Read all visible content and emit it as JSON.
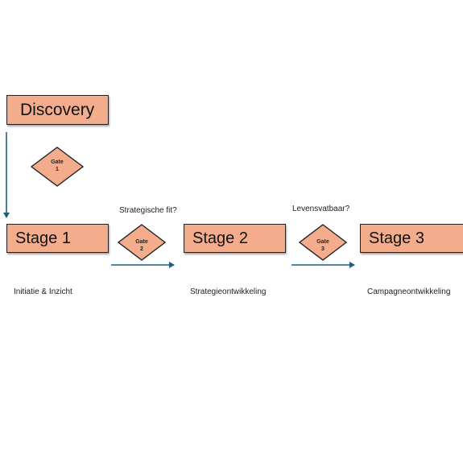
{
  "colors": {
    "box_fill": "#f4ad8c",
    "arrow": "#1f5f82",
    "outline": "#222222"
  },
  "discovery": {
    "label": "Discovery"
  },
  "stages": [
    {
      "label": "Stage 1",
      "description": "Initiatie & Inzicht"
    },
    {
      "label": "Stage 2",
      "description": "Strategieontwikkeling"
    },
    {
      "label": "Stage 3",
      "description": "Campagneontwikkeling"
    }
  ],
  "gates": [
    {
      "label": "Gate",
      "number": "1"
    },
    {
      "label": "Gate",
      "number": "2",
      "question": "Strategische fit?"
    },
    {
      "label": "Gate",
      "number": "3",
      "question": "Levensvatbaar?"
    }
  ]
}
